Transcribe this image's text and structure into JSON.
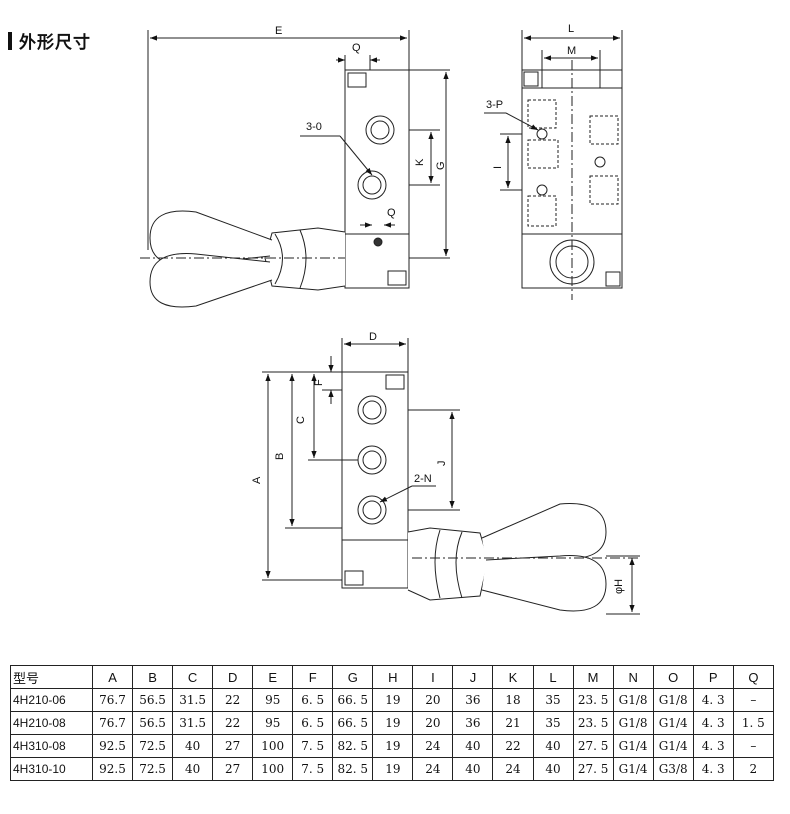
{
  "section_title": "外形尺寸",
  "dims": {
    "E": "E",
    "Q": "Q",
    "L": "L",
    "M": "M",
    "P3": "3-P",
    "O3": "3-0",
    "K": "K",
    "G": "G",
    "I": "I",
    "D": "D",
    "F": "F",
    "C": "C",
    "B": "B",
    "A": "A",
    "J": "J",
    "N2": "2-N",
    "H": "φH"
  },
  "table": {
    "headers": [
      "型号",
      "A",
      "B",
      "C",
      "D",
      "E",
      "F",
      "G",
      "H",
      "I",
      "J",
      "K",
      "L",
      "M",
      "N",
      "O",
      "P",
      "Q"
    ],
    "rows": [
      [
        "4H210-06",
        "76.7",
        "56.5",
        "31.5",
        "22",
        "95",
        "6. 5",
        "66. 5",
        "19",
        "20",
        "36",
        "18",
        "35",
        "23. 5",
        "G1/8",
        "G1/8",
        "4. 3",
        "–"
      ],
      [
        "4H210-08",
        "76.7",
        "56.5",
        "31.5",
        "22",
        "95",
        "6. 5",
        "66. 5",
        "19",
        "20",
        "36",
        "21",
        "35",
        "23. 5",
        "G1/8",
        "G1/4",
        "4. 3",
        "1. 5"
      ],
      [
        "4H310-08",
        "92.5",
        "72.5",
        "40",
        "27",
        "100",
        "7. 5",
        "82. 5",
        "19",
        "24",
        "40",
        "22",
        "40",
        "27. 5",
        "G1/4",
        "G1/4",
        "4. 3",
        "–"
      ],
      [
        "4H310-10",
        "92.5",
        "72.5",
        "40",
        "27",
        "100",
        "7. 5",
        "82. 5",
        "19",
        "24",
        "40",
        "24",
        "40",
        "27. 5",
        "G1/4",
        "G3/8",
        "4. 3",
        "2"
      ]
    ]
  }
}
